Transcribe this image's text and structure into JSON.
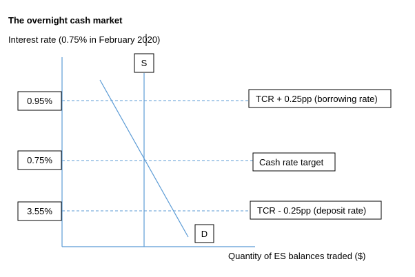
{
  "title": "The overnight cash market",
  "y_axis_label": "Interest rate (0.75% in February 2020)",
  "x_axis_label": "Quantity of ES balances traded ($)",
  "supply_label": "S",
  "demand_label": "D",
  "rate_levels": [
    {
      "rate_label": "0.95%",
      "note": "TCR + 0.25pp (borrowing rate)"
    },
    {
      "rate_label": "0.75%",
      "note": "Cash rate target"
    },
    {
      "rate_label": "3.55%",
      "note": "TCR - 0.25pp (deposit rate)"
    }
  ],
  "colors": {
    "axis": "#5b9bd5",
    "supply_line": "#5b9bd5",
    "demand_line": "#5b9bd5",
    "guide_lines": "#5b9bd5",
    "text": "#000000",
    "box_border": "#000000"
  }
}
